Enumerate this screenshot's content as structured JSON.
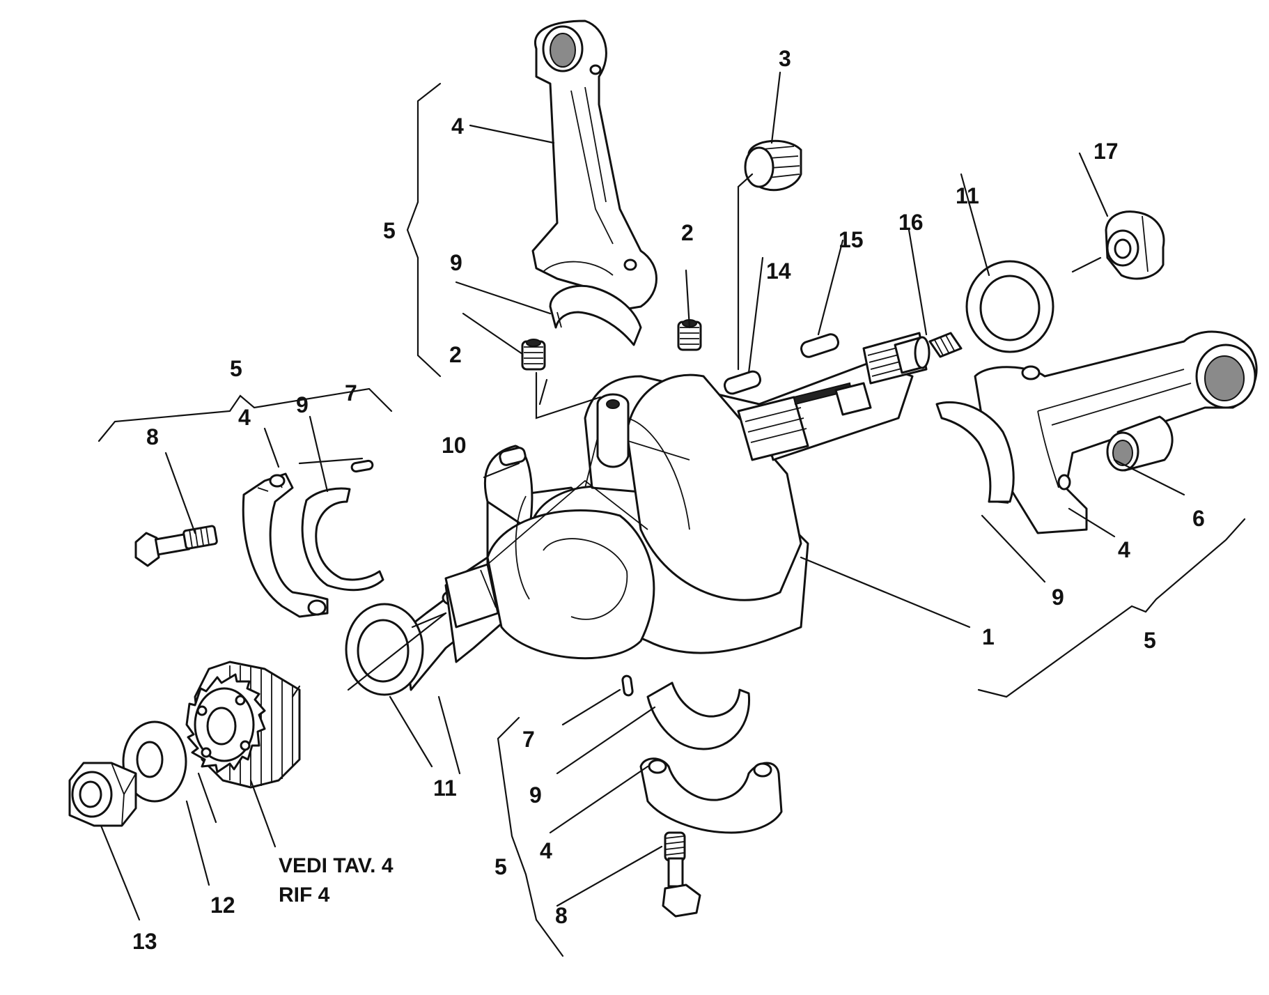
{
  "diagram": {
    "labels": {
      "crankshaft": "1",
      "grub_screw_a": "2",
      "grub_screw_b": "2",
      "plug_top": "3",
      "conrod_top": "4",
      "conrod_right": "4",
      "cap_left": "4",
      "cap_bottom": "4",
      "bracket_top": "5",
      "bracket_left": "5",
      "bracket_right": "5",
      "bracket_bottom": "5",
      "bushing": "6",
      "pin_left": "7",
      "pin_bottom": "7",
      "bolt_left": "8",
      "bolt_bottom": "8",
      "shell_top": "9",
      "shell_left": "9",
      "shell_right": "9",
      "shell_bottom": "9",
      "key_10": "10",
      "seal_left": "11",
      "seal_right": "11",
      "washer": "12",
      "nut_left": "13",
      "key_14": "14",
      "key_15": "15",
      "grub_16": "16",
      "nut_right": "17"
    },
    "note_line1": "VEDI TAV. 4",
    "note_line2": "RIF 4"
  },
  "colors": {
    "ink": "#111111",
    "paper": "#ffffff",
    "shade": "#8a8a8a"
  }
}
